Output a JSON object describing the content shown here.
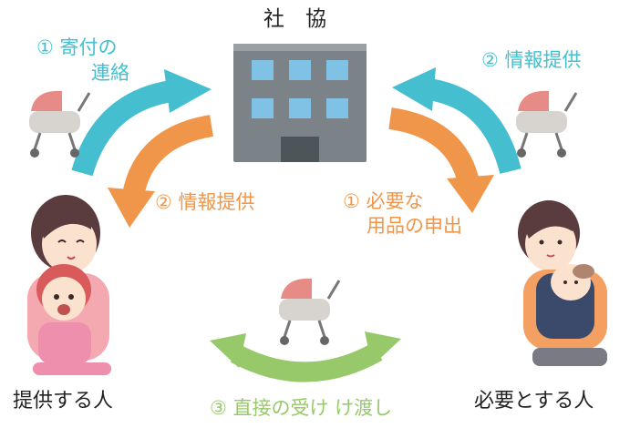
{
  "center_label": "社　協",
  "flows": {
    "donation_notice": "① 寄付の\n連絡",
    "info_provide_top": "② 情報提供",
    "info_provide_left": "② 情報提供",
    "request_items": "① 必要な\n用品の申出",
    "direct_handover": "③ 直接の受け け渡し"
  },
  "people": {
    "provider": "提供する人",
    "recipient": "必要とする人"
  },
  "icons": {
    "center": "office-building-icon",
    "items": "baby-stroller-icon",
    "provider": "mother-with-child-icon",
    "recipient": "mother-with-baby-icon"
  },
  "colors": {
    "teal": "#45bfcf",
    "orange": "#f0964a",
    "green": "#97c96a",
    "building": "#7b8389",
    "window": "#7fc2e6"
  }
}
